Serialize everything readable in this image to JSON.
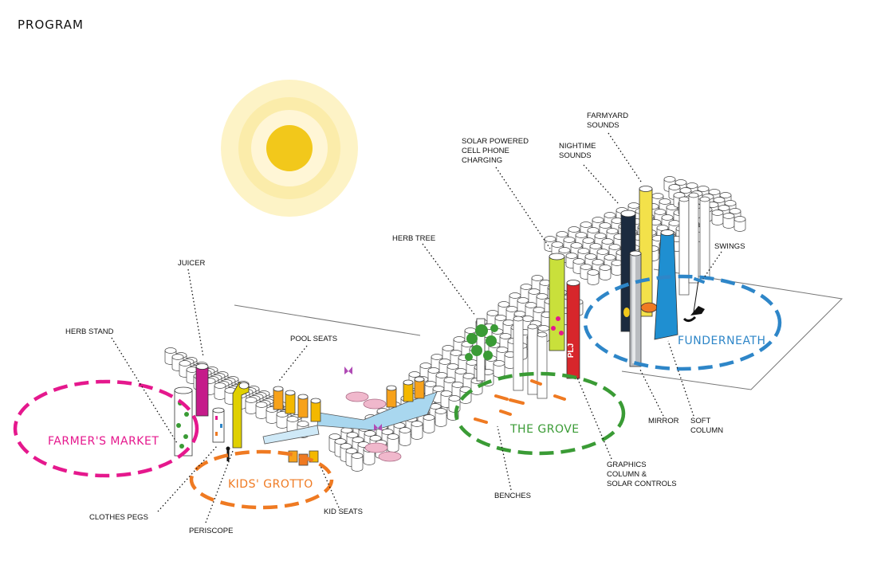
{
  "title": "PROGRAM",
  "colors": {
    "farmers_market": "#e5188d",
    "kids_grotto": "#ef7a22",
    "the_grove": "#3a9b35",
    "funderneath": "#2e86c8",
    "sun_core": "#f2c81b",
    "sun_halo": "#fbeeb0",
    "water": "#a9d7ef",
    "leader": "#111111"
  },
  "zones": {
    "farmers_market": "FARMER'S MARKET",
    "kids_grotto": "KIDS' GROTTO",
    "the_grove": "THE GROVE",
    "funderneath": "FUNDERNEATH"
  },
  "column_text": "PLJ",
  "labels": {
    "juicer": "JUICER",
    "herb_stand": "HERB STAND",
    "pool_seats": "POOL SEATS",
    "herb_tree": "HERB TREE",
    "solar_1": "SOLAR POWERED",
    "solar_2": "CELL PHONE",
    "solar_3": "CHARGING",
    "farmyard_1": "FARMYARD",
    "farmyard_2": "SOUNDS",
    "nightime_1": "NIGHTIME",
    "nightime_2": "SOUNDS",
    "swings": "SWINGS",
    "mirror": "MIRROR",
    "soft_1": "SOFT",
    "soft_2": "COLUMN",
    "graphics_1": "GRAPHICS",
    "graphics_2": "COLUMN &",
    "graphics_3": "SOLAR CONTROLS",
    "benches": "BENCHES",
    "kid_seats": "KID SEATS",
    "periscope": "PERISCOPE",
    "clothes_pegs": "CLOTHES PEGS"
  }
}
